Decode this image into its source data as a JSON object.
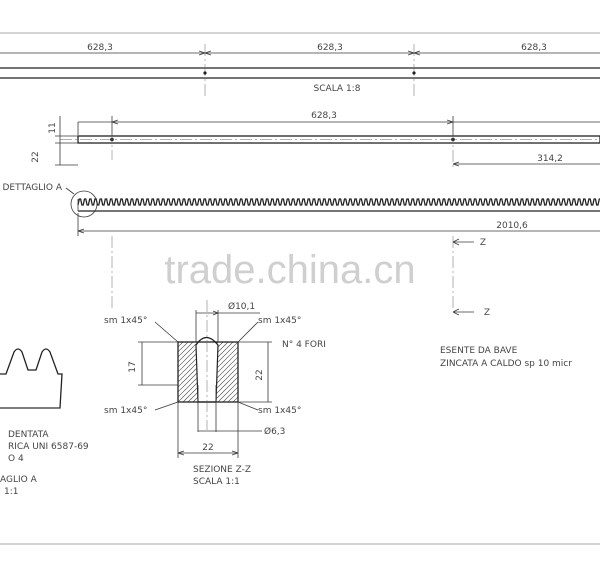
{
  "top_view": {
    "dim_segment_1": "628,3",
    "dim_segment_2": "628,3",
    "dim_segment_3": "628,3",
    "scale_label": "SCALA 1:8"
  },
  "side_view": {
    "dim_11": "11",
    "dim_22": "22",
    "dim_hole_spacing": "628,3",
    "dim_half": "314,2",
    "detail_callout": "DETTAGLIO A",
    "dim_total_length": "2010,6"
  },
  "section_markers": {
    "marker_top": "Z",
    "marker_bottom": "Z"
  },
  "watermark": "trade.china.cn",
  "section_view": {
    "chamfer_top_left": "sm 1x45°",
    "chamfer_top_right": "sm 1x45°",
    "chamfer_bottom_left": "sm 1x45°",
    "chamfer_bottom_right": "sm 1x45°",
    "dia_counterbore": "Ø10,1",
    "dia_hole": "Ø6,3",
    "dim_17": "17",
    "dim_22_height": "22",
    "dim_22_width": "22",
    "holes_note": "N° 4 FORI",
    "section_title": "SEZIONE Z-Z",
    "section_scale": "SCALA 1:1"
  },
  "notes": {
    "line_1": "ESENTE DA BAVE",
    "line_2": "ZINCATA A CALDO sp 10 micr"
  },
  "detail_block": {
    "line_1": "DENTATA",
    "line_2": "RICA UNI 6587-69",
    "line_3": "O 4",
    "detail_label": "AGLIO A",
    "detail_scale": "1:1"
  }
}
